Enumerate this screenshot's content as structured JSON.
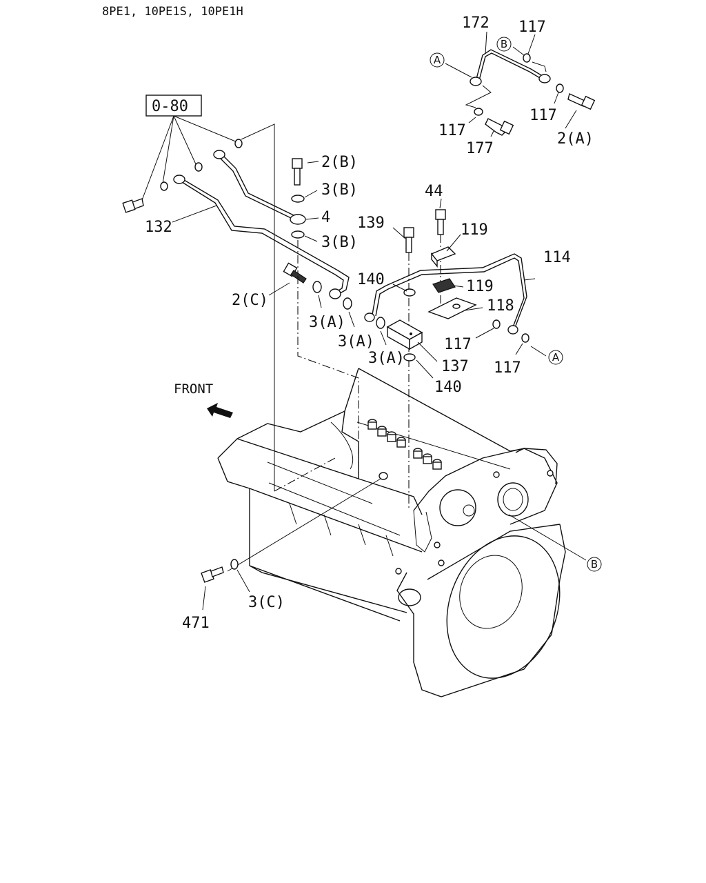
{
  "header": {
    "models": "8PE1, 10PE1S, 10PE1H"
  },
  "ref_box": {
    "label": "0-80"
  },
  "front": {
    "label": "FRONT"
  },
  "connectors": {
    "a": "A",
    "b": "B"
  },
  "callouts": {
    "p172": "172",
    "p117_top": "117",
    "p117_mid": "117",
    "p117_left": "117",
    "p177": "177",
    "p2a": "2(A)",
    "p2b": "2(B)",
    "p3b_top": "3(B)",
    "p4": "4",
    "p3b_bottom": "3(B)",
    "p132": "132",
    "p2c": "2(C)",
    "p3a_1": "3(A)",
    "p3a_2": "3(A)",
    "p3a_3": "3(A)",
    "p44": "44",
    "p139": "139",
    "p119_top": "119",
    "p140_top": "140",
    "p119_mid": "119",
    "p118": "118",
    "p114": "114",
    "p117_right": "117",
    "p117_bottom": "117",
    "p137": "137",
    "p140_bottom": "140",
    "p471": "471",
    "p3c": "3(C)"
  }
}
